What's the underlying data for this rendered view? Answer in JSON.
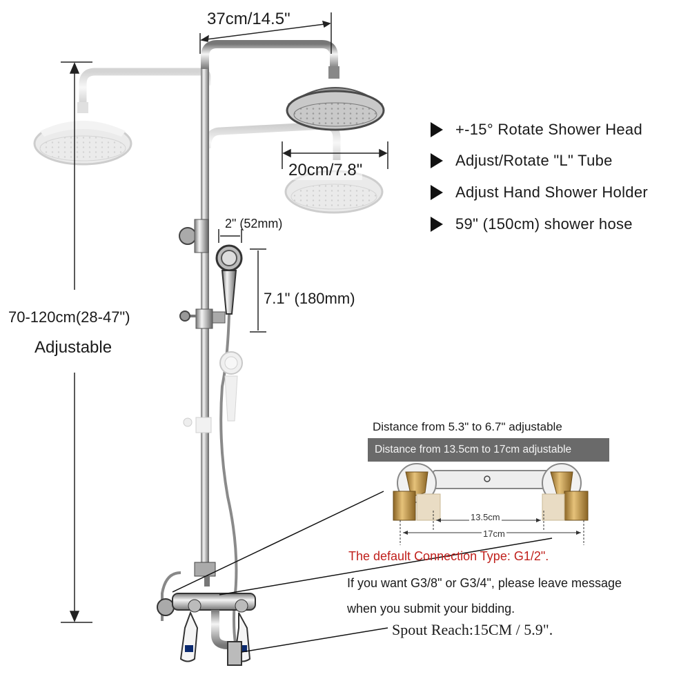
{
  "dimensions": {
    "top_arm_width": "37cm/14.5\"",
    "head_diameter": "20cm/7.8\"",
    "handheld_diameter": "2\" (52mm)",
    "handheld_length": "7.1\" (180mm)",
    "height_range": "70-120cm(28-47\")",
    "height_note": "Adjustable"
  },
  "features": [
    {
      "icon": "triangle-right-icon",
      "text": "+-15° Rotate Shower Head"
    },
    {
      "icon": "triangle-right-icon",
      "text": "Adjust/Rotate \"L\" Tube"
    },
    {
      "icon": "triangle-right-icon",
      "text": "Adjust Hand Shower Holder"
    },
    {
      "icon": "triangle-right-icon",
      "text": "59\" (150cm) shower hose"
    }
  ],
  "connector": {
    "title_in": "Distance from 5.3\" to 6.7\" adjustable",
    "title_cm": "Distance from 13.5cm to 17cm adjustable",
    "inner_label": "13.5cm",
    "outer_label": "17cm"
  },
  "notes": {
    "default_connection": "The default Connection Type: G1/2\".",
    "alt_connection": "If you want G3/8\" or G3/4\", please leave message",
    "bidding": "when you submit your bidding.",
    "spout_reach": "Spout Reach:15CM / 5.9\"."
  },
  "colors": {
    "chrome_light": "#e8e8e8",
    "chrome_mid": "#a8a8a8",
    "chrome_dark": "#555555",
    "brass": "#c59a4a",
    "accent_red": "#c0201c",
    "banner_bg": "#6a6a6a"
  }
}
